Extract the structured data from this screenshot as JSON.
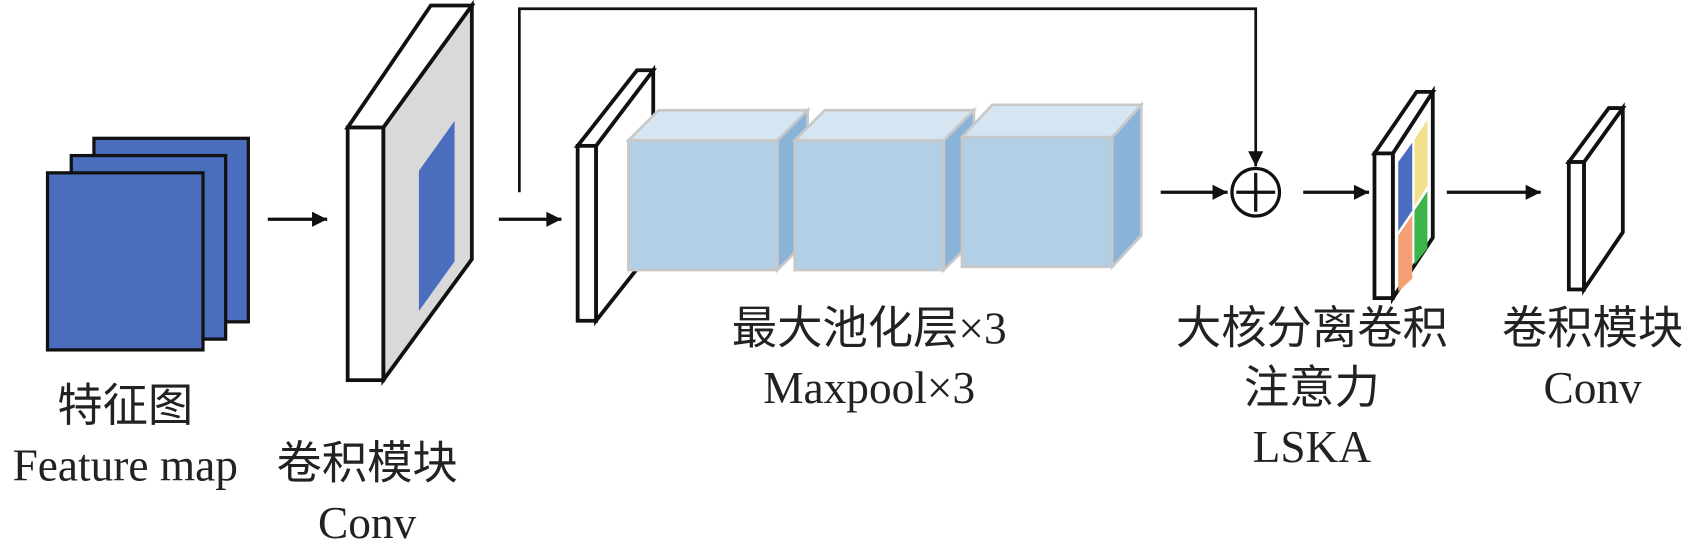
{
  "labels": {
    "feature_map_cn": "特征图",
    "feature_map_en": "Feature map",
    "conv1_cn": "卷积模块",
    "conv1_en": "Conv",
    "maxpool_cn": "最大池化层×3",
    "maxpool_en": "Maxpool×3",
    "lska_cn1": "大核分离卷积",
    "lska_cn2": "注意力",
    "lska_en": "LSKA",
    "conv2_cn": "卷积模块",
    "conv2_en": "Conv"
  },
  "colors": {
    "feature_blue": "#4a6dbd",
    "conv_gray": "#d9d9d9",
    "cube_front": "#b2cfe6",
    "cube_top": "#d5e5f2",
    "cube_side": "#8ab3da",
    "lska_blue": "#4a6dbd",
    "lska_yellow": "#f3e08c",
    "lska_orange": "#f3a073",
    "lska_green": "#3db34c"
  }
}
